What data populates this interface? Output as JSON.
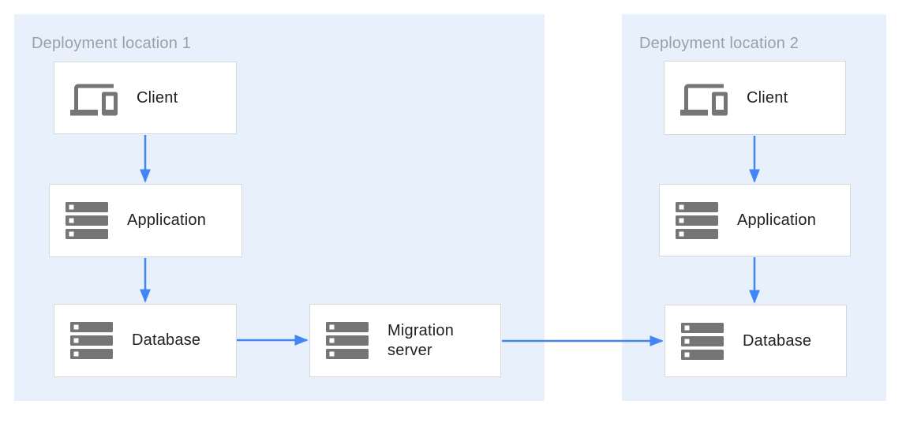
{
  "regions": [
    {
      "title": "Deployment location 1"
    },
    {
      "title": "Deployment location 2"
    }
  ],
  "nodes": {
    "client1": {
      "label": "Client",
      "icon": "devices-icon",
      "region": "Deployment location 1"
    },
    "application1": {
      "label": "Application",
      "icon": "storage-icon",
      "region": "Deployment location 1"
    },
    "database1": {
      "label": "Database",
      "icon": "storage-icon",
      "region": "Deployment location 1"
    },
    "migration_server": {
      "label": "Migration server",
      "icon": "storage-icon",
      "region": "Deployment location 1"
    },
    "client2": {
      "label": "Client",
      "icon": "devices-icon",
      "region": "Deployment location 2"
    },
    "application2": {
      "label": "Application",
      "icon": "storage-icon",
      "region": "Deployment location 2"
    },
    "database2": {
      "label": "Database",
      "icon": "storage-icon",
      "region": "Deployment location 2"
    }
  },
  "edges": [
    {
      "from": "client1",
      "to": "application1"
    },
    {
      "from": "application1",
      "to": "database1"
    },
    {
      "from": "database1",
      "to": "migration_server"
    },
    {
      "from": "migration_server",
      "to": "database2"
    },
    {
      "from": "client2",
      "to": "application2"
    },
    {
      "from": "application2",
      "to": "database2"
    }
  ],
  "colors": {
    "region_background": "#e8f0fc",
    "arrow": "#4285f4",
    "icon_gray": "#757575",
    "node_border": "#d8d8d8",
    "node_background": "#ffffff",
    "region_title_text": "#99a0a7",
    "node_label_text": "#212121"
  }
}
